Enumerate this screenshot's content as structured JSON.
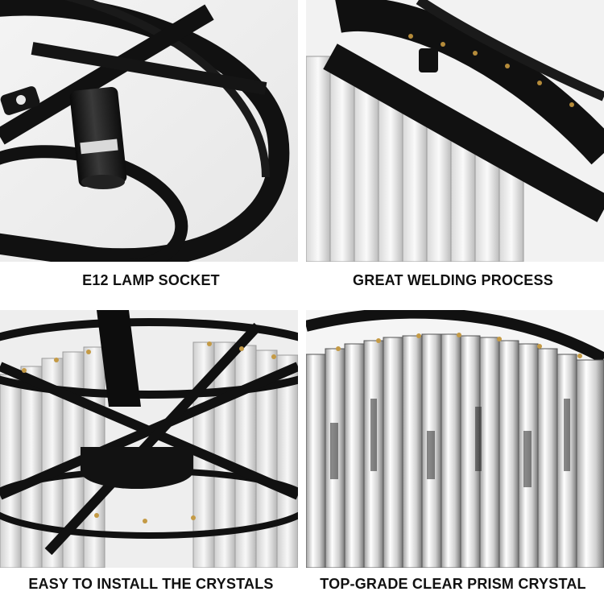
{
  "panels": [
    {
      "caption": "E12 LAMP SOCKET"
    },
    {
      "caption": "GREAT WELDING PROCESS"
    },
    {
      "caption": "EASY TO INSTALL THE CRYSTALS"
    },
    {
      "caption": "TOP-GRADE CLEAR PRISM CRYSTAL"
    }
  ]
}
